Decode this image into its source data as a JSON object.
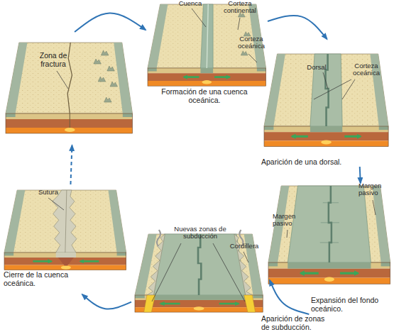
{
  "diagram": {
    "nodes": [
      {
        "text": [
          "Zona de fractura"
        ]
      },
      {
        "text": [
          "Formación de una cuenca oceánica."
        ]
      },
      {
        "text": [
          "Aparición de una dorsal."
        ]
      },
      {
        "text": [
          "Expansión del fondo oceánico."
        ]
      },
      {
        "text": [
          "Aparición de zonas de subducción."
        ]
      },
      {
        "text": [
          "Cierre de la cuenca oceánica."
        ]
      }
    ],
    "edges": [
      {
        "from": 0,
        "to": 1,
        "arrow": "to"
      },
      {
        "from": 1,
        "to": 2,
        "arrow": "to"
      },
      {
        "from": 2,
        "to": 3,
        "arrow": "to"
      },
      {
        "from": 3,
        "to": 4,
        "arrow": "to"
      },
      {
        "from": 4,
        "to": 5,
        "arrow": "to"
      },
      {
        "from": 5,
        "to": 0,
        "arrow": "to"
      }
    ],
    "labels": [
      "Cuenca",
      "Corteza continental",
      "Corteza oceánica",
      "Dorsal",
      "Corteza oceánica",
      "Margen pasivo",
      "Margen pasivo",
      "Nuevas zonas de subducción",
      "Cordillera",
      "Sutura"
    ]
  }
}
